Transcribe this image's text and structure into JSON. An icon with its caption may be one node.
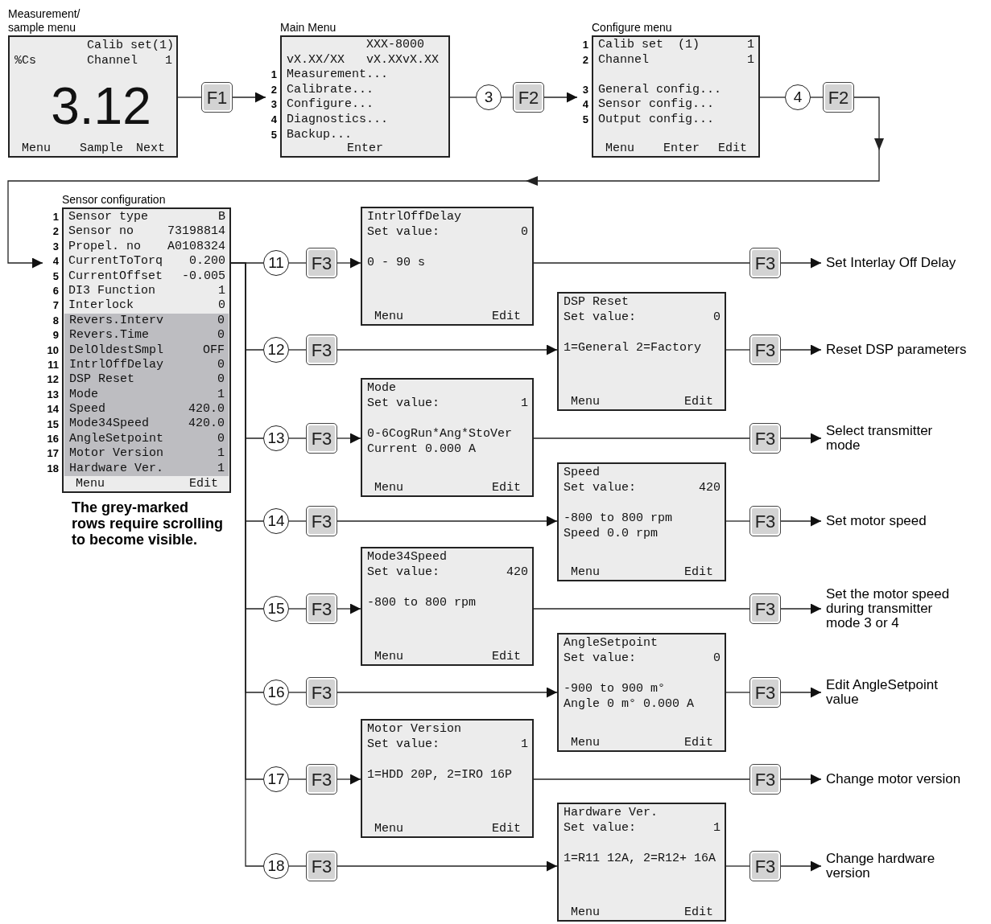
{
  "diagram": {
    "nodes": [
      {
        "text": [
          "Measurement/ sample menu",
          "Calib set(1)",
          "%Cs",
          "Channel",
          "1",
          "3.12",
          "Menu",
          "Sample",
          "Next"
        ]
      },
      {
        "text": [
          "F1"
        ]
      },
      {
        "text": [
          "Main Menu",
          "XXX-8000",
          "vX.XX/XX",
          "vX.XXvX.XX",
          "Measurement...",
          "Calibrate...",
          "Configure...",
          "Diagnostics...",
          "Backup...",
          "Enter"
        ],
        "beside": [
          "1",
          "2",
          "3",
          "4",
          "5"
        ]
      },
      {
        "text": [
          "3"
        ]
      },
      {
        "text": [
          "F2"
        ]
      },
      {
        "text": [
          "Configure menu",
          "Calib set",
          "(1)",
          "1",
          "Channel",
          "1",
          "General config...",
          "Sensor config...",
          "Output config...",
          "Menu",
          "Enter",
          "Edit"
        ],
        "beside": [
          "1",
          "2",
          "3",
          "4",
          "5"
        ]
      },
      {
        "text": [
          "4"
        ]
      },
      {
        "text": [
          "F2"
        ]
      },
      {
        "text": [
          "Sensor configuration",
          "Sensor type",
          "B",
          "Sensor no",
          "73198814",
          "Propel. no",
          "A0108324",
          "CurrentToTorq",
          "0.200",
          "CurrentOffset",
          "-0.005",
          "DI3 Function",
          "1",
          "Interlock",
          "0",
          "Revers.Interv",
          "0",
          "Revers.Time",
          "0",
          "DelOldestSmpl",
          "OFF",
          "IntrlOffDelay",
          "0",
          "DSP Reset",
          "0",
          "Mode",
          "1",
          "Speed",
          "420.0",
          "Mode34Speed",
          "420.0",
          "AngleSetpoint",
          "0",
          "Motor Version",
          "1",
          "Hardware Ver.",
          "1",
          "Menu",
          "Edit"
        ],
        "beside": [
          "1",
          "2",
          "3",
          "4",
          "5",
          "6",
          "7",
          "8",
          "9",
          "10",
          "11",
          "12",
          "13",
          "14",
          "15",
          "16",
          "17",
          "18",
          "The grey-marked rows require scrolling to become visible."
        ]
      },
      {
        "text": [
          "11"
        ]
      },
      {
        "text": [
          "F3"
        ]
      },
      {
        "text": [
          "IntrlOffDelay",
          "Set value:",
          "0",
          "0 - 90 s",
          "Menu",
          "Edit"
        ]
      },
      {
        "text": [
          "F3"
        ]
      },
      {
        "text": [
          "Set Interlay Off Delay"
        ]
      },
      {
        "text": [
          "12"
        ]
      },
      {
        "text": [
          "F3"
        ]
      },
      {
        "text": [
          "DSP Reset",
          "Set value:",
          "0",
          "1=General 2=Factory",
          "Menu",
          "Edit"
        ]
      },
      {
        "text": [
          "F3"
        ]
      },
      {
        "text": [
          "Reset DSP parameters"
        ]
      },
      {
        "text": [
          "13"
        ]
      },
      {
        "text": [
          "F3"
        ]
      },
      {
        "text": [
          "Mode",
          "Set value:",
          "1",
          "0-6CogRun*Ang*StoVer",
          "Current 0.000 A",
          "Menu",
          "Edit"
        ]
      },
      {
        "text": [
          "F3"
        ]
      },
      {
        "text": [
          "Select transmitter mode"
        ]
      },
      {
        "text": [
          "14"
        ]
      },
      {
        "text": [
          "F3"
        ]
      },
      {
        "text": [
          "Speed",
          "Set value:",
          "420",
          "-800 to 800 rpm",
          "Speed 0.0 rpm",
          "Menu",
          "Edit"
        ]
      },
      {
        "text": [
          "F3"
        ]
      },
      {
        "text": [
          "Set motor speed"
        ]
      },
      {
        "text": [
          "15"
        ]
      },
      {
        "text": [
          "F3"
        ]
      },
      {
        "text": [
          "Mode34Speed",
          "Set value:",
          "420",
          "-800 to 800 rpm",
          "Menu",
          "Edit"
        ]
      },
      {
        "text": [
          "F3"
        ]
      },
      {
        "text": [
          "Set the motor speed during transmitter mode 3 or 4"
        ]
      },
      {
        "text": [
          "16"
        ]
      },
      {
        "text": [
          "F3"
        ]
      },
      {
        "text": [
          "AngleSetpoint",
          "Set value:",
          "0",
          "-900 to 900 m°",
          "Angle 0 m° 0.000 A",
          "Menu",
          "Edit"
        ]
      },
      {
        "text": [
          "F3"
        ]
      },
      {
        "text": [
          "Edit AngleSetpoint value"
        ]
      },
      {
        "text": [
          "17"
        ]
      },
      {
        "text": [
          "F3"
        ]
      },
      {
        "text": [
          "Motor Version",
          "Set value:",
          "1",
          "1=HDD 20P, 2=IRO 16P",
          "Menu",
          "Edit"
        ]
      },
      {
        "text": [
          "F3"
        ]
      },
      {
        "text": [
          "Change motor version"
        ]
      },
      {
        "text": [
          "18"
        ]
      },
      {
        "text": [
          "F3"
        ]
      },
      {
        "text": [
          "Hardware Ver.",
          "Set value:",
          "1",
          "1=R11 12A, 2=R12+ 16A",
          "Menu",
          "Edit"
        ]
      },
      {
        "text": [
          "F3"
        ]
      },
      {
        "text": [
          "Change hardware version"
        ]
      }
    ],
    "edges": [
      {
        "from": 0,
        "to": 1,
        "arrow": "none"
      },
      {
        "from": 1,
        "to": 2,
        "arrow": "to"
      },
      {
        "from": 2,
        "to": 3,
        "arrow": "none"
      },
      {
        "from": 3,
        "to": 4,
        "arrow": "none"
      },
      {
        "from": 4,
        "to": 5,
        "arrow": "to"
      },
      {
        "from": 5,
        "to": 6,
        "arrow": "none"
      },
      {
        "from": 6,
        "to": 7,
        "arrow": "none"
      },
      {
        "from": 7,
        "to": 8,
        "arrow": "to"
      },
      {
        "from": 8,
        "to": 9,
        "arrow": "none"
      },
      {
        "from": 9,
        "to": 10,
        "arrow": "none"
      },
      {
        "from": 10,
        "to": 11,
        "arrow": "to"
      },
      {
        "from": 11,
        "to": 12,
        "arrow": "none"
      },
      {
        "from": 12,
        "to": 13,
        "arrow": "to"
      },
      {
        "from": 8,
        "to": 14,
        "arrow": "none"
      },
      {
        "from": 14,
        "to": 15,
        "arrow": "none"
      },
      {
        "from": 15,
        "to": 16,
        "arrow": "to"
      },
      {
        "from": 16,
        "to": 17,
        "arrow": "none"
      },
      {
        "from": 17,
        "to": 18,
        "arrow": "to"
      },
      {
        "from": 8,
        "to": 19,
        "arrow": "none"
      },
      {
        "from": 19,
        "to": 20,
        "arrow": "none"
      },
      {
        "from": 20,
        "to": 21,
        "arrow": "to"
      },
      {
        "from": 21,
        "to": 22,
        "arrow": "none"
      },
      {
        "from": 22,
        "to": 23,
        "arrow": "to"
      },
      {
        "from": 8,
        "to": 24,
        "arrow": "none"
      },
      {
        "from": 24,
        "to": 25,
        "arrow": "none"
      },
      {
        "from": 25,
        "to": 26,
        "arrow": "to"
      },
      {
        "from": 26,
        "to": 27,
        "arrow": "none"
      },
      {
        "from": 27,
        "to": 28,
        "arrow": "to"
      },
      {
        "from": 8,
        "to": 29,
        "arrow": "none"
      },
      {
        "from": 29,
        "to": 30,
        "arrow": "none"
      },
      {
        "from": 30,
        "to": 31,
        "arrow": "to"
      },
      {
        "from": 31,
        "to": 32,
        "arrow": "none"
      },
      {
        "from": 32,
        "to": 33,
        "arrow": "to"
      },
      {
        "from": 8,
        "to": 34,
        "arrow": "none"
      },
      {
        "from": 34,
        "to": 35,
        "arrow": "none"
      },
      {
        "from": 35,
        "to": 36,
        "arrow": "to"
      },
      {
        "from": 36,
        "to": 37,
        "arrow": "none"
      },
      {
        "from": 37,
        "to": 38,
        "arrow": "to"
      },
      {
        "from": 8,
        "to": 39,
        "arrow": "none"
      },
      {
        "from": 39,
        "to": 40,
        "arrow": "none"
      },
      {
        "from": 40,
        "to": 41,
        "arrow": "to"
      },
      {
        "from": 41,
        "to": 42,
        "arrow": "none"
      },
      {
        "from": 42,
        "to": 43,
        "arrow": "to"
      },
      {
        "from": 8,
        "to": 44,
        "arrow": "none"
      },
      {
        "from": 44,
        "to": 45,
        "arrow": "none"
      },
      {
        "from": 45,
        "to": 46,
        "arrow": "to"
      },
      {
        "from": 46,
        "to": 47,
        "arrow": "none"
      },
      {
        "from": 47,
        "to": 48,
        "arrow": "to"
      }
    ]
  }
}
